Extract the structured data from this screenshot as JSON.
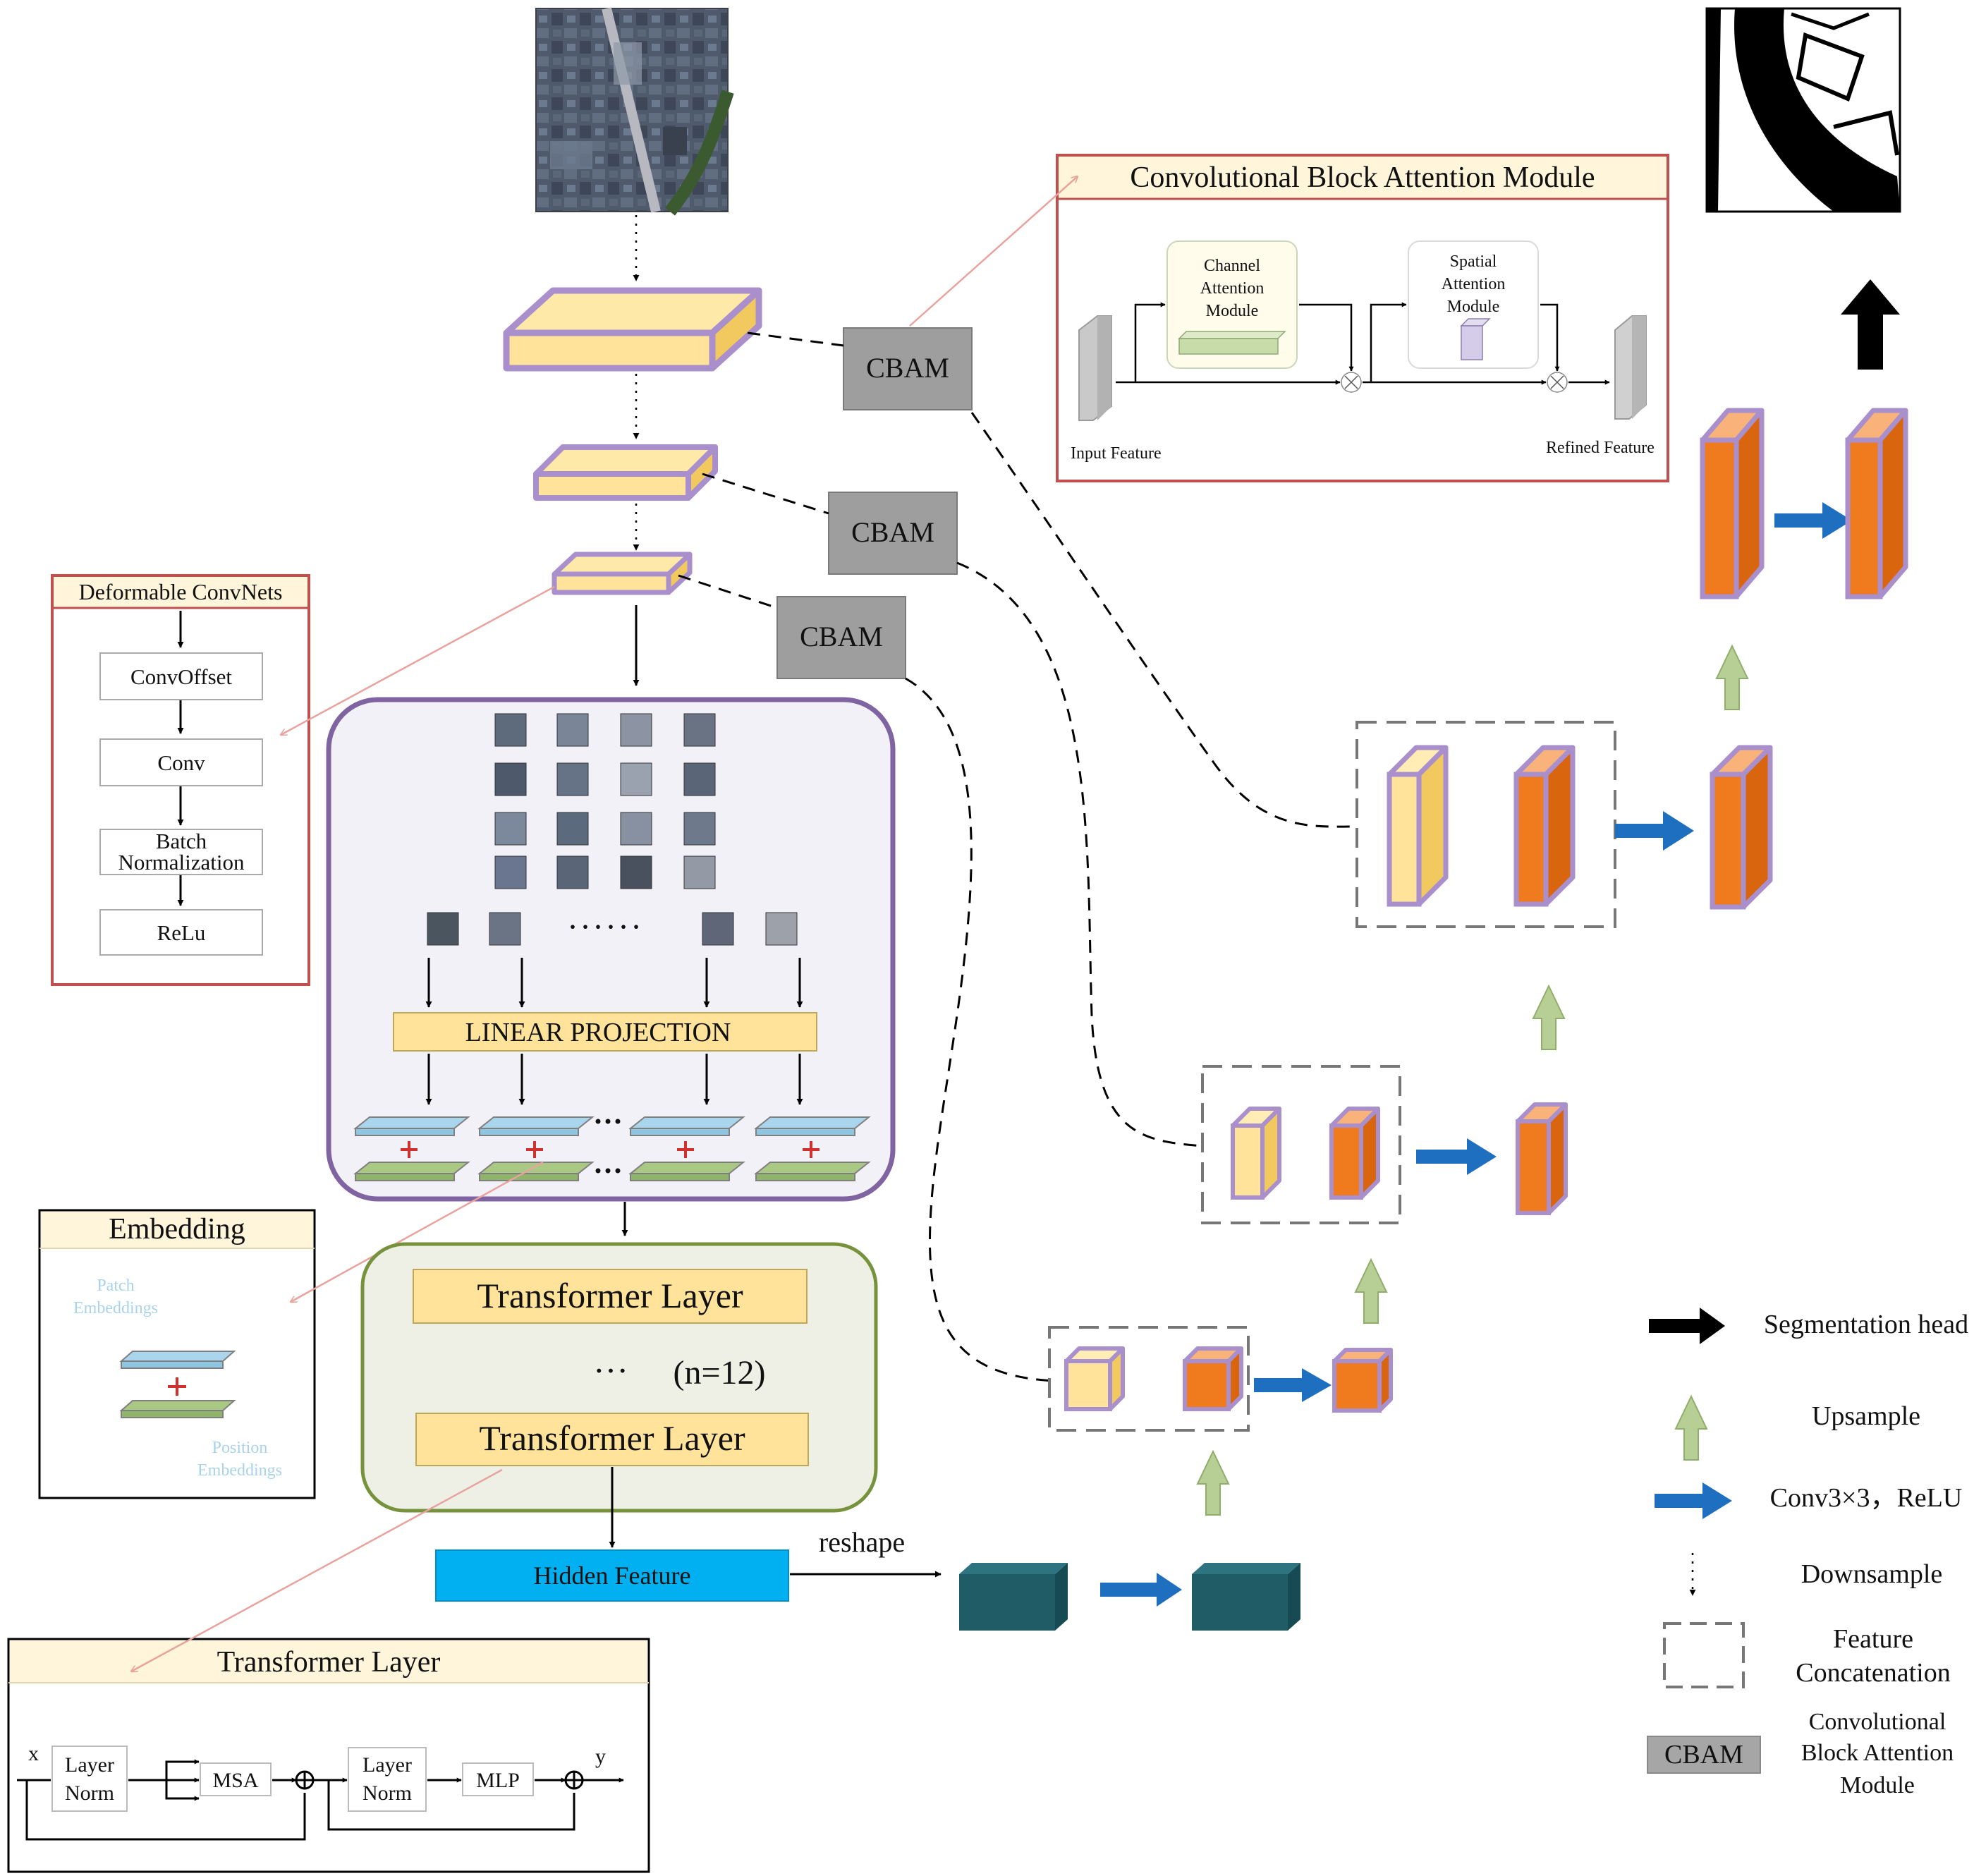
{
  "cbam_module": {
    "title": "Convolutional Block Attention Module",
    "channel_attention": [
      "Channel",
      "Attention",
      "Module"
    ],
    "spatial_attention": [
      "Spatial",
      "Attention",
      "Module"
    ],
    "input_feature": "Input Feature",
    "refined_feature": "Refined Feature"
  },
  "cbam_blocks": [
    "CBAM",
    "CBAM",
    "CBAM"
  ],
  "deformable": {
    "title": "Deformable ConvNets",
    "steps": [
      [
        "ConvOffset"
      ],
      [
        "Conv"
      ],
      [
        "Batch",
        "Normalization"
      ],
      [
        "ReLu"
      ]
    ]
  },
  "patches": {
    "ellipsis": "······"
  },
  "linear_projection": "LINEAR PROJECTION",
  "embedding": {
    "title": "Embedding",
    "patch": [
      "Patch",
      "Embeddings"
    ],
    "position": [
      "Position",
      "Embeddings"
    ]
  },
  "transformer": {
    "layer": "Transformer Layer",
    "dots": "···",
    "count": "(n=12)"
  },
  "hidden_feature": "Hidden Feature",
  "reshape": "reshape",
  "transformer_detail": {
    "title": "Transformer Layer",
    "x": "x",
    "y": "y",
    "layer_norm": [
      "Layer",
      "Norm"
    ],
    "msa": "MSA",
    "mlp": "MLP"
  },
  "legend": [
    {
      "key": "segmentation",
      "label": [
        "Segmentation head"
      ]
    },
    {
      "key": "upsample",
      "label": [
        "Upsample"
      ]
    },
    {
      "key": "conv",
      "label": [
        "Conv3×3，ReLU"
      ]
    },
    {
      "key": "downsample",
      "label": [
        "Downsample"
      ]
    },
    {
      "key": "concat",
      "label": [
        "Feature",
        "Concatenation"
      ]
    },
    {
      "key": "cbam",
      "label": [
        "Convolutional",
        "Block Attention",
        "Module"
      ],
      "badge": "CBAM"
    }
  ],
  "colors": {
    "feature_yellow": "#FFE39A",
    "feature_purple": "#B9A3CF",
    "decoder_orange": "#F07A1E",
    "cbam_gray": "#9E9E9E",
    "hidden_blue": "#00B0F0",
    "teal_block": "#1F5C66",
    "conv_arrow": "#1F6FC1",
    "upsample_arrow": "#B7CF95",
    "frame_red": "#C0504D"
  }
}
